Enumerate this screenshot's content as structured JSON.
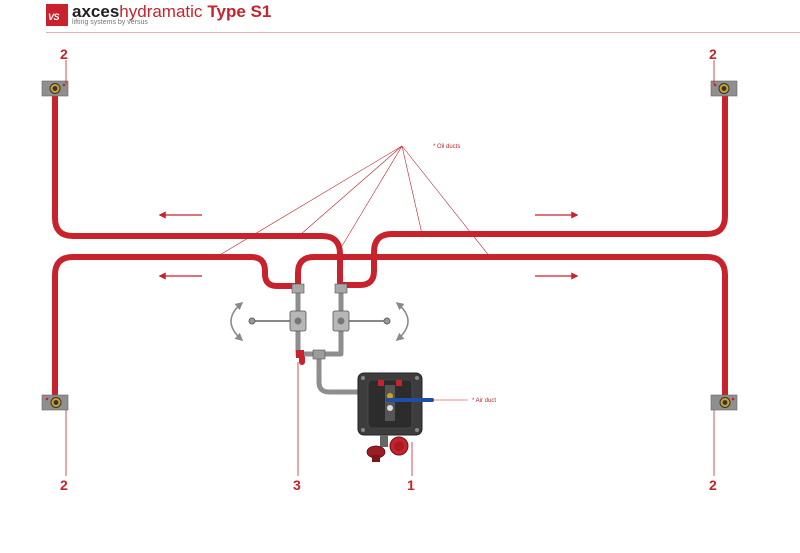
{
  "header": {
    "logo_letters": "VS",
    "brand_bold": "axces",
    "brand_light": "hydramatic",
    "brand_type": "Type S1",
    "tagline": "lifting systems by versus"
  },
  "labels": {
    "cylinder_tl": "2",
    "cylinder_tr": "2",
    "cylinder_bl": "2",
    "cylinder_br": "2",
    "valve": "3",
    "pump": "1",
    "oil_ducts": "* Oil ducts",
    "air_duct": "* Air duct"
  },
  "colors": {
    "brand_red": "#c8232c",
    "oil_duct": "#c8232c",
    "air_duct": "#1e4fa8",
    "metal": "#9a9a9a",
    "pump_body": "#3a3a3a"
  },
  "icons": {
    "flow": "arrow-right / arrow-left",
    "rotate": "curved-arrow"
  }
}
